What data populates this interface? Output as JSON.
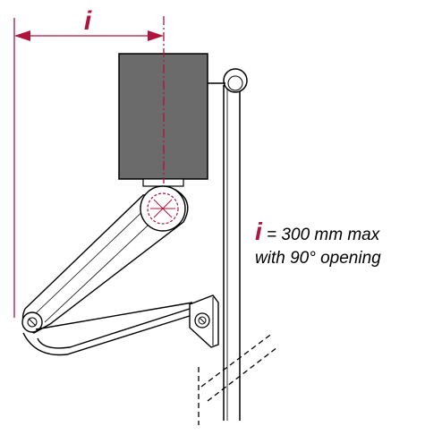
{
  "dimension": {
    "symbol": "i"
  },
  "note": {
    "symbol": "i",
    "line1": " = 300 mm max",
    "line2": "with 90° opening"
  },
  "colors": {
    "accent": "#b0143c",
    "line": "#000000",
    "closer_body": "#6b6b6b",
    "background": "#ffffff"
  }
}
